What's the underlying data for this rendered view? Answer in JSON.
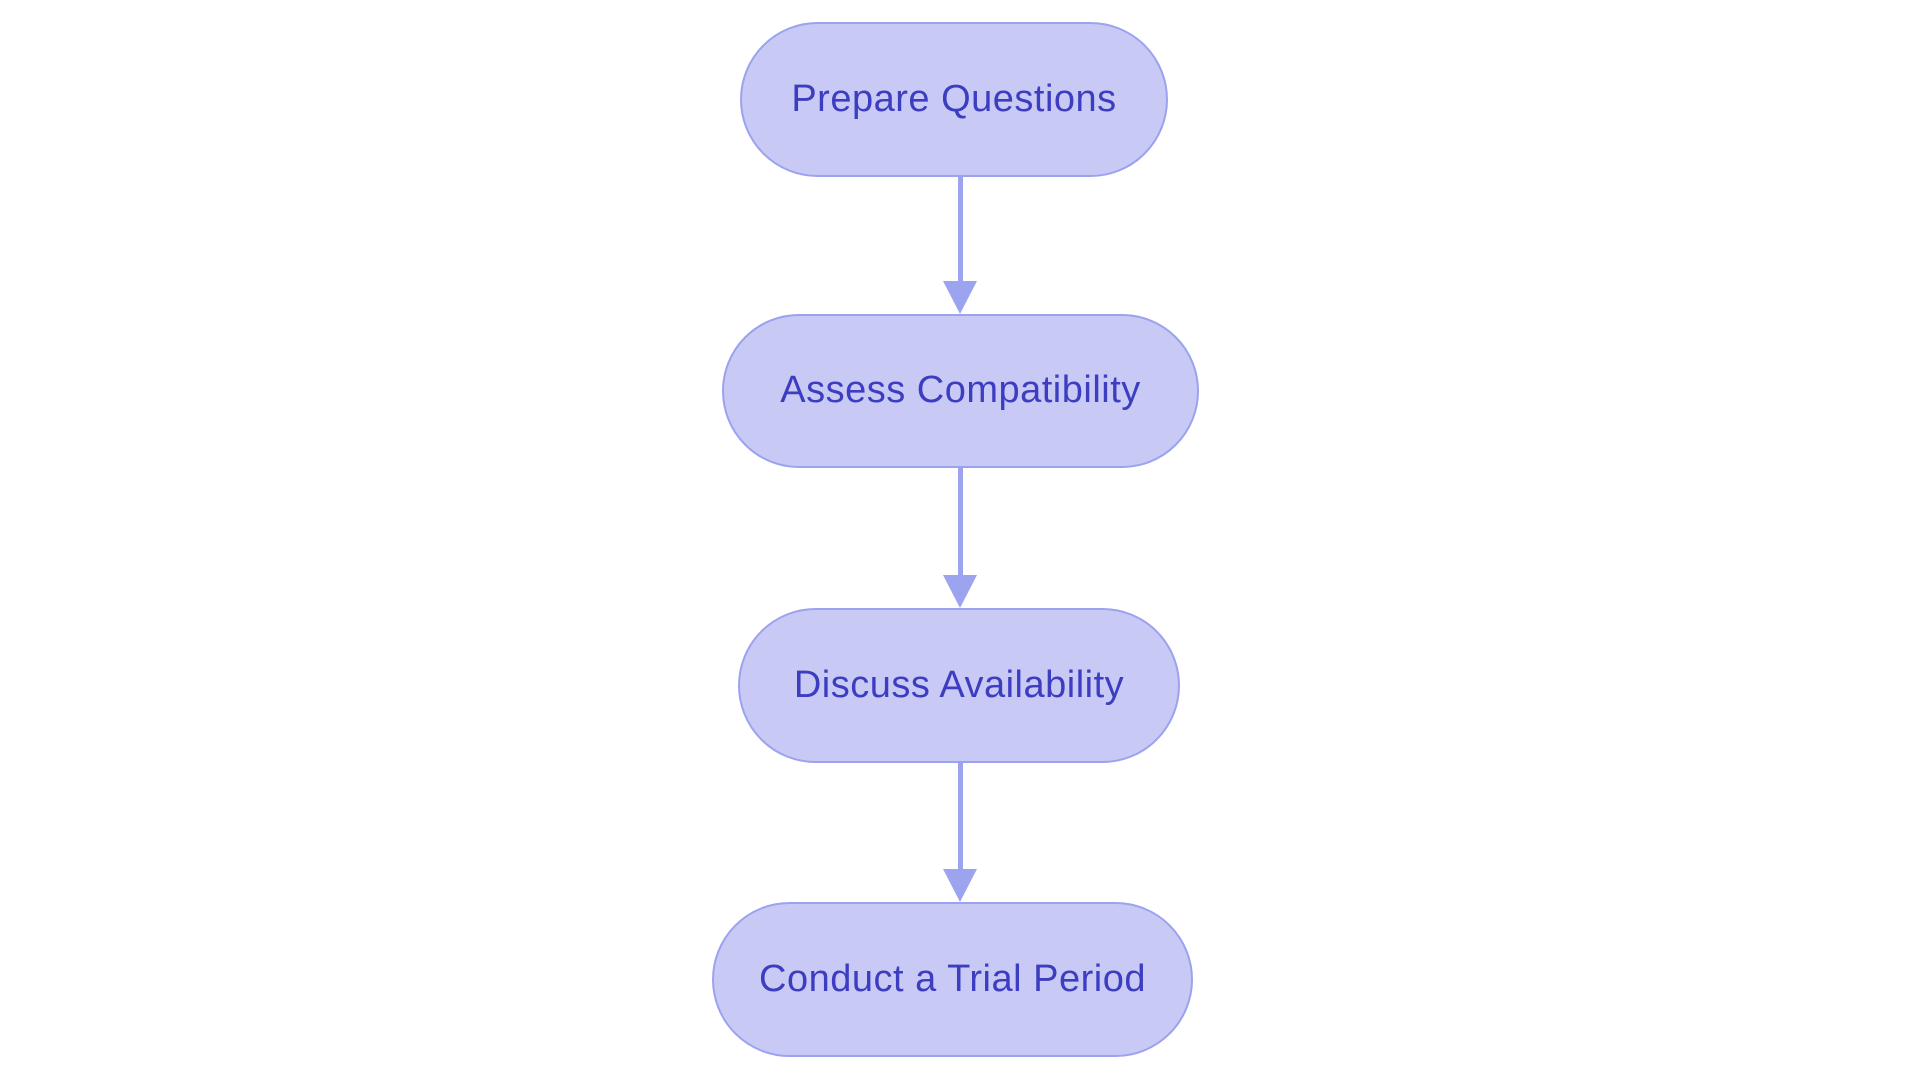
{
  "diagram": {
    "type": "flowchart",
    "direction": "top-down",
    "colors": {
      "background": "#ffffff",
      "node_fill": "#c8caf5",
      "node_border": "#9ba2ee",
      "node_text": "#3c3dc0",
      "arrow_color": "#9da4ef"
    },
    "nodes": [
      {
        "id": "step-1",
        "label": "Prepare Questions"
      },
      {
        "id": "step-2",
        "label": "Assess Compatibility"
      },
      {
        "id": "step-3",
        "label": "Discuss Availability"
      },
      {
        "id": "step-4",
        "label": "Conduct a Trial Period"
      }
    ],
    "edges": [
      {
        "from": "step-1",
        "to": "step-2",
        "style": "arrow-down"
      },
      {
        "from": "step-2",
        "to": "step-3",
        "style": "arrow-down"
      },
      {
        "from": "step-3",
        "to": "step-4",
        "style": "arrow-down"
      }
    ]
  }
}
